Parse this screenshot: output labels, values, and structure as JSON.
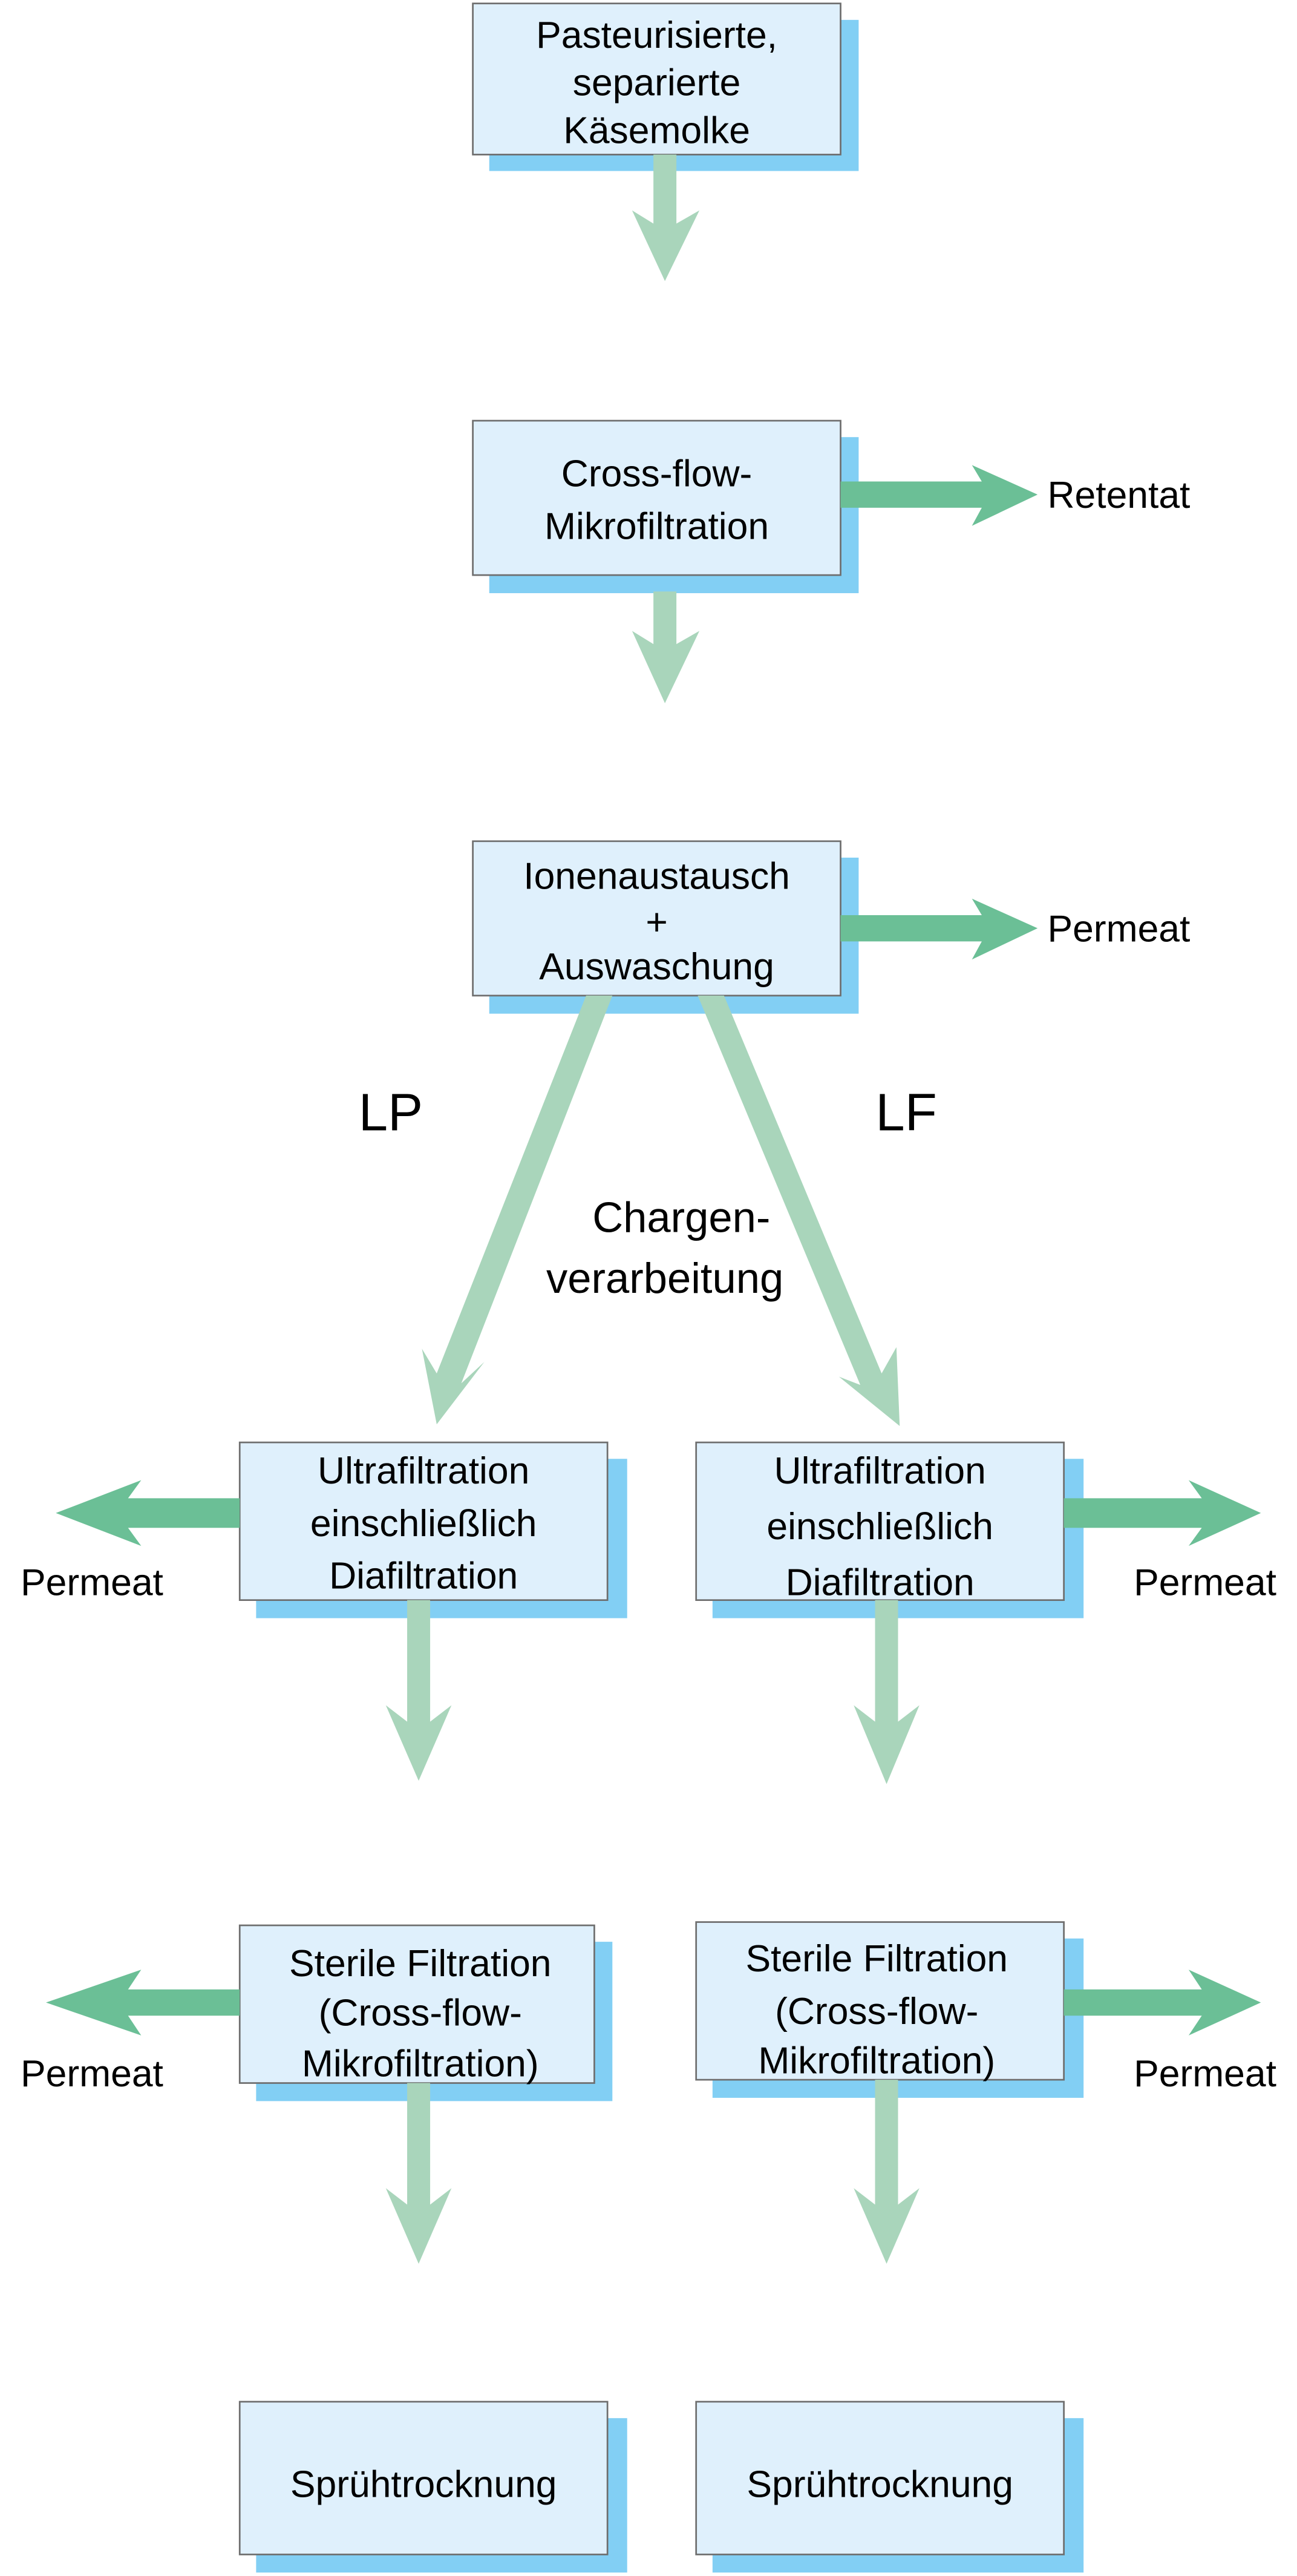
{
  "colors": {
    "box_fill": "#dff0fc",
    "box_shadow": "#82cff4",
    "main_flow_arrow": "#a9d5bb",
    "side_stream_arrow": "#6bbf96"
  },
  "steps": {
    "whey": [
      "Pasteurisierte,",
      "separierte",
      "Käsemolke"
    ],
    "microfiltration": [
      "Cross-flow-",
      "Mikrofiltration"
    ],
    "ion_exchange": [
      "Ionenaustausch",
      "+",
      "Auswaschung"
    ],
    "uf_left": [
      "Ultrafiltration",
      "einschließlich",
      "Diafiltration"
    ],
    "uf_right": [
      "Ultrafiltration",
      "einschließlich",
      "Diafiltration"
    ],
    "sterile_left": [
      "Sterile Filtration",
      "(Cross-flow-",
      "Mikrofiltration)"
    ],
    "sterile_right": [
      "Sterile Filtration",
      "(Cross-flow-",
      "Mikrofiltration)"
    ],
    "spray_left": "Sprühtrocknung",
    "spray_right": "Sprühtrocknung"
  },
  "outputs": {
    "retentat": "Retentat",
    "permeat_ion": "Permeat",
    "permeat_uf_left": "Permeat",
    "permeat_uf_right": "Permeat",
    "permeat_sterile_left": "Permeat",
    "permeat_sterile_right": "Permeat"
  },
  "branches": {
    "left": "LP",
    "right": "LF",
    "batch": [
      "Chargen-",
      "verarbeitung"
    ]
  }
}
